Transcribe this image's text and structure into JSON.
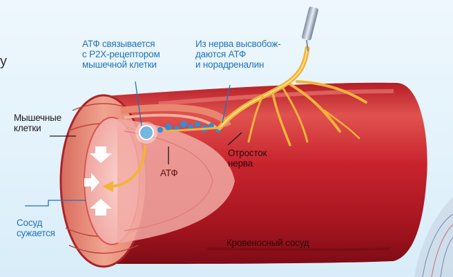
{
  "labels": {
    "atp_binds": "АТФ связывается\nс P2X-рецептором\nмышечной клетки",
    "nerve_release": "Из нерва высвобож-\nдаются АТФ\nи норадреналин",
    "muscle_cells": "Мышечные\nклетки",
    "nerve_process": "Отросток\nнерва",
    "atp": "АТФ",
    "vessel_narrows": "Сосуд\nсужается",
    "blood_vessel": "Кровеносный сосуд"
  },
  "edge_text": "у",
  "colors": {
    "vessel_outer": "#c8232d",
    "vessel_inner": "#e58a86",
    "lumen": "#f4b4b0",
    "nerve": "#f2b33a",
    "atp_dot": "#2f8fd0",
    "label_blue": "#1f73b8",
    "arrow_yellow": "#f2b33a"
  }
}
